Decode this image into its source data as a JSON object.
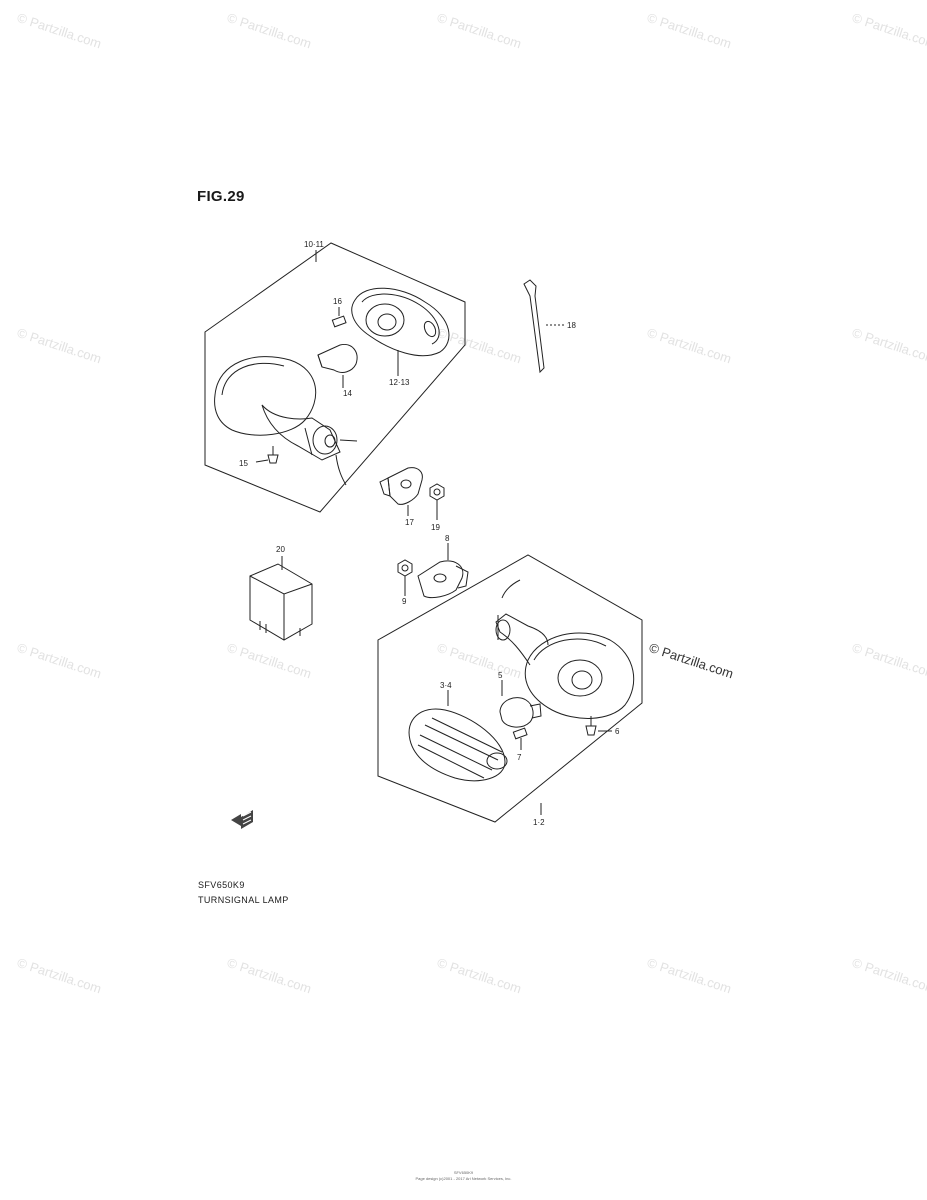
{
  "figure": {
    "title": "FIG.29",
    "model": "SFV650K9",
    "part_name": "TURNSIGNAL LAMP"
  },
  "callouts": {
    "c10_11": "10·11",
    "c16": "16",
    "c12_13": "12·13",
    "c14": "14",
    "c15": "15",
    "c18": "18",
    "c17": "17",
    "c19": "19",
    "c20": "20",
    "c8": "8",
    "c9": "9",
    "c3_4": "3·4",
    "c5": "5",
    "c7": "7",
    "c6": "6",
    "c1_2": "1·2"
  },
  "watermark": {
    "text": "© Partzilla.com"
  },
  "footer": {
    "code": "SFV650K9",
    "copyright": "Page design (c)2001 - 2017 Ari Network Services, Inc."
  },
  "colors": {
    "line": "#222222",
    "watermark": "#e2e2e2"
  }
}
